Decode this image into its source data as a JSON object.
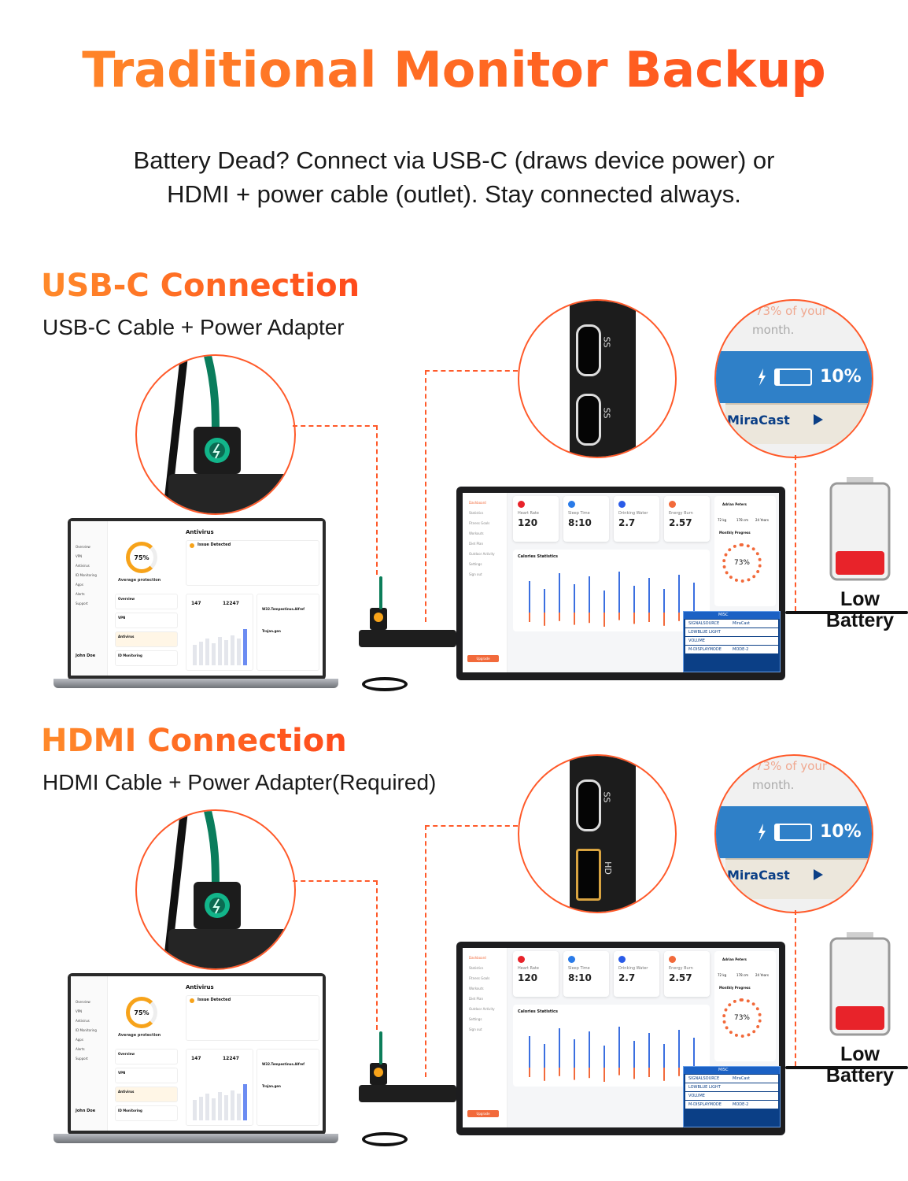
{
  "title": "Traditional Monitor Backup",
  "subtitle_line1": "Battery Dead?  Connect via USB-C (draws device power) or",
  "subtitle_line2": "HDMI + power cable (outlet). Stay connected always.",
  "colors": {
    "accent": "#ff5a2a",
    "battery_red": "#e8232a",
    "osd_blue": "#0b3f86"
  },
  "sections": [
    {
      "heading": "USB-C Connection",
      "subheading": "USB-C Cable + Power Adapter",
      "port_labels": [
        "SS",
        "SS"
      ],
      "zoom": {
        "text_top": "73% of your",
        "text_top2": "month.",
        "battery": "10%",
        "miracast": "MiraCast"
      },
      "battery_label_line1": "Low",
      "battery_label_line2": "Battery"
    },
    {
      "heading": "HDMI Connection",
      "subheading": "HDMI Cable + Power Adapter(Required)",
      "port_labels": [
        "SS",
        "HD"
      ],
      "zoom": {
        "text_top": "73% of your",
        "text_top2": "month.",
        "battery": "10%",
        "miracast": "MiraCast"
      },
      "battery_label_line1": "Low",
      "battery_label_line2": "Battery"
    }
  ],
  "monitor_ui": {
    "nav": [
      "Dashboard",
      "Statistics",
      "Fitness Goals",
      "Workouts",
      "Diet Plan",
      "Outdoor Activity",
      "Settings",
      "Sign out"
    ],
    "cards": [
      {
        "label": "Heart Rate",
        "value": "120"
      },
      {
        "label": "Sleep Time",
        "value": "8:10"
      },
      {
        "label": "Drinking Water",
        "value": "2.7"
      },
      {
        "label": "Energy Burn",
        "value": "2.57"
      }
    ],
    "chart_title": "Calories Statistics",
    "profile_name": "Adrian Peters",
    "profile_stats": [
      "72 kg",
      "178 cm",
      "24 Years"
    ],
    "progress_title": "Monthly Progress",
    "progress_value": "73%",
    "upgrade": "Upgrade",
    "osd": {
      "title": "MISC",
      "rows": [
        "SIGNALSOURCE",
        "LOWBLUE LIGHT",
        "VOLUME",
        "M-DISPLAYMODE"
      ],
      "row_values": [
        "MiraCast",
        "",
        "",
        "MODE-2"
      ]
    }
  },
  "laptop_ui": {
    "nav": [
      "Overview",
      "VPN",
      "Antivirus",
      "ID Monitoring",
      "Apps",
      "Alerts",
      "Support"
    ],
    "gauge_value": "75%",
    "gauge_label": "Average protection",
    "panel_title": "Antivirus",
    "alert": "Issue Detected",
    "stats": [
      "147",
      "12247"
    ],
    "user": "John Doe",
    "list": [
      "Overview",
      "VPN",
      "Antivirus",
      "ID Monitoring"
    ],
    "alerts": [
      "W32.Tempestinus.Alfref",
      "Trojan.gen"
    ]
  }
}
